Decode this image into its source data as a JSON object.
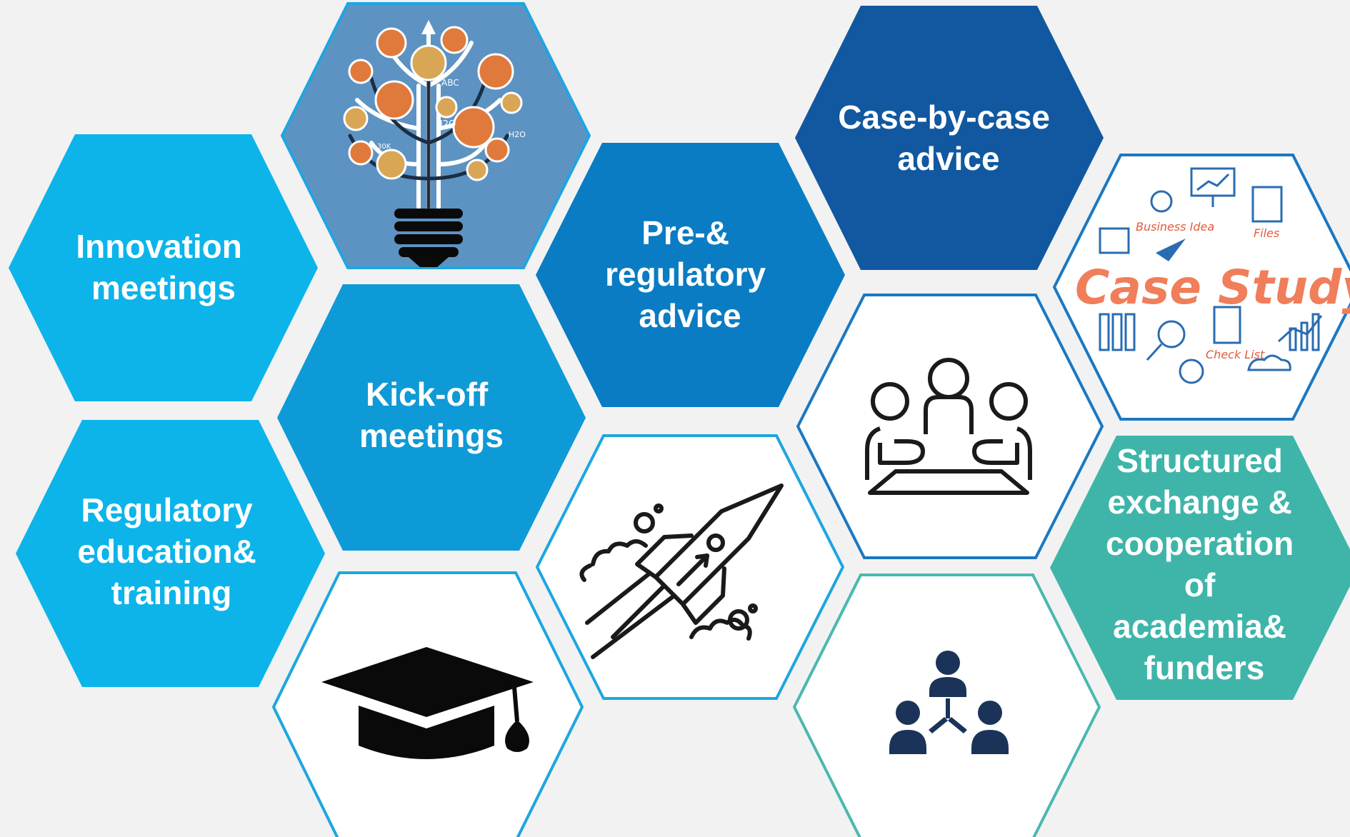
{
  "colors": {
    "background": "#f2f2f2",
    "light_blue": "#0cb4ea",
    "mid_blue": "#0e9ad6",
    "blue": "#0a7cc3",
    "dark_blue": "#1158a0",
    "teal": "#3fb5aa",
    "outline_light": "#1ea6e0",
    "outline_blue": "#1a78c2",
    "outline_teal": "#4bb8b0",
    "icon_dark": "#222222",
    "icon_navy": "#1b3358",
    "case_study_orange": "#f07e5a"
  },
  "hexagons": {
    "innovation": {
      "lines": [
        "Innovation",
        "meetings"
      ]
    },
    "regulatory_education": {
      "lines": [
        "Regulatory",
        "education&",
        "training"
      ]
    },
    "kickoff": {
      "lines": [
        "Kick-off",
        "meetings"
      ]
    },
    "pre_regulatory": {
      "lines": [
        "Pre-&",
        "regulatory",
        "advice"
      ]
    },
    "case_by_case": {
      "lines": [
        "Case-by-case",
        "advice"
      ]
    },
    "structured_exchange": {
      "lines": [
        "Structured",
        "exchange &",
        "cooperation",
        "of",
        "academia&",
        "funders"
      ]
    }
  },
  "images": {
    "lightbulb": {
      "icon": "lightbulb-tree-icon",
      "small_text": [
        "ABC",
        "H2O",
        "H2O",
        "30K"
      ]
    },
    "graduation": {
      "icon": "graduation-cap-icon"
    },
    "rocket": {
      "icon": "rocket-icon"
    },
    "meeting": {
      "icon": "meeting-table-icon"
    },
    "network": {
      "icon": "people-network-icon"
    },
    "case_study": {
      "icon": "case-study-icon",
      "title": "Case Study",
      "labels": [
        "Business Idea",
        "Files",
        "Check List"
      ]
    }
  }
}
